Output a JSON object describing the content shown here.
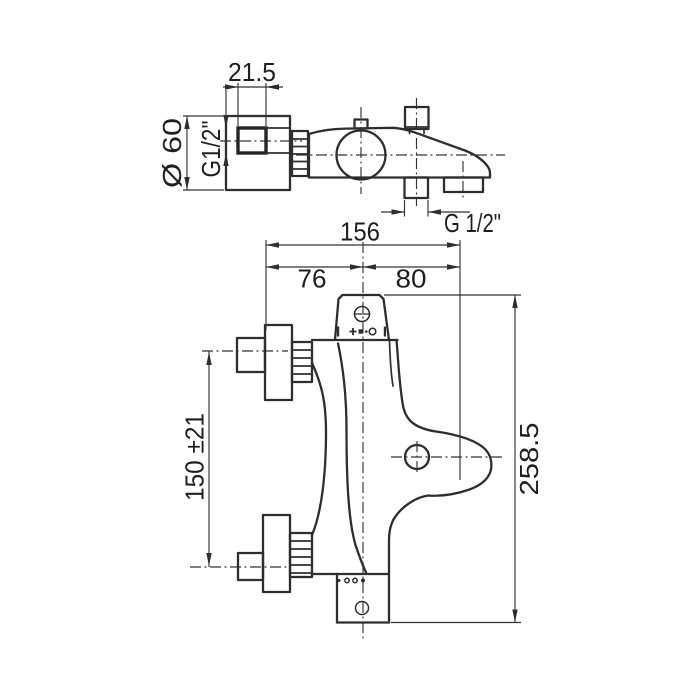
{
  "labels": {
    "connector_depth": "21.5",
    "handle_diameter": "Ø 60",
    "inlet_thread": "G1/2\"",
    "shower_outlet_thread": "G 1/2\"",
    "overall_width": "156",
    "left_section": "76",
    "right_section": "80",
    "inlet_centers_distance": "150 ±21",
    "overall_height": "258.5"
  },
  "symbols": {
    "bracket_screw": "crosshair-screw",
    "temperature_scale": "tick plus square dot circle tick",
    "inlet_ports": "four-dots",
    "outlet_hole": "small-circle"
  },
  "colors": {
    "background": "#ffffff",
    "line": "#2e2e2e",
    "text": "#1f1f1f"
  }
}
